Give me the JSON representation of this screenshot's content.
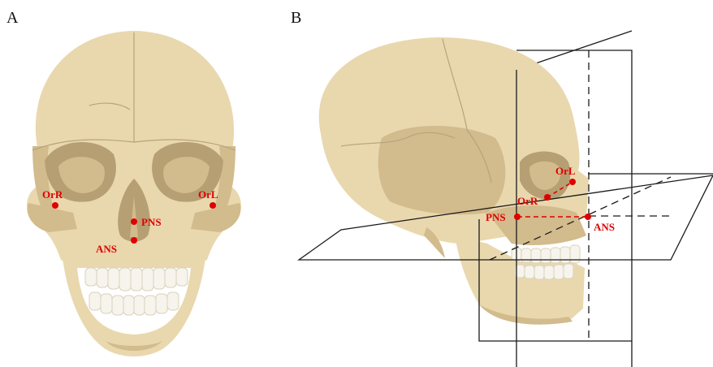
{
  "colors": {
    "bone": "#e9d8ae",
    "bone_dark": "#d2bb8c",
    "bone_shadow": "#b79f74",
    "landmark": "#e00000",
    "planes": "#1a1a1a"
  },
  "panels": {
    "A": {
      "label": "A"
    },
    "B": {
      "label": "B"
    }
  },
  "landmarks_a": {
    "orr": "OrR",
    "orl": "OrL",
    "pns": "PNS",
    "ans": "ANS"
  },
  "landmarks_b": {
    "orl": "OrL",
    "orr": "OrR",
    "pns": "PNS",
    "ans": "ANS"
  }
}
